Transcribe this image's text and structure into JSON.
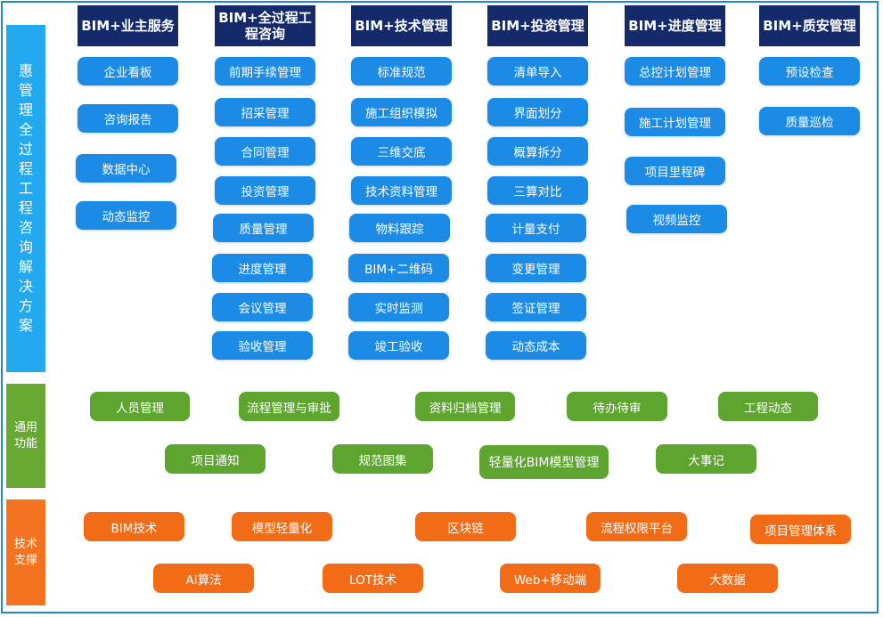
{
  "side_labels": {
    "main": "惠管理全过程工程咨询解决方案",
    "general": "通用功能",
    "tech": "技术支撑"
  },
  "columns": [
    {
      "title": "BIM+业主服务",
      "items": [
        "企业看板",
        "咨询报告",
        "数据中心",
        "动态监控"
      ]
    },
    {
      "title": "BIM+全过程工程咨询",
      "items": [
        "前期手续管理",
        "招采管理",
        "合同管理",
        "投资管理",
        "质量管理",
        "进度管理",
        "会议管理",
        "验收管理"
      ]
    },
    {
      "title": "BIM+技术管理",
      "items": [
        "标准规范",
        "施工组织模拟",
        "三维交底",
        "技术资料管理",
        "物料跟踪",
        "BIM+二维码",
        "实时监测",
        "竣工验收"
      ]
    },
    {
      "title": "BIM+投资管理",
      "items": [
        "清单导入",
        "界面划分",
        "概算拆分",
        "三算对比",
        "计量支付",
        "变更管理",
        "签证管理",
        "动态成本"
      ]
    },
    {
      "title": "BIM+进度管理",
      "items": [
        "总控计划管理",
        "施工计划管理",
        "项目里程碑",
        "视频监控"
      ]
    },
    {
      "title": "BIM+质安管理",
      "items": [
        "预设检查",
        "质量巡检"
      ]
    }
  ],
  "general_features": [
    "人员管理",
    "流程管理与审批",
    "资料归档管理",
    "待办待审",
    "工程动态",
    "项目通知",
    "规范图集",
    "轻量化BIM模型管理",
    "大事记"
  ],
  "tech_support": [
    "BIM技术",
    "模型轻量化",
    "区块链",
    "流程权限平台",
    "项目管理体系",
    "AI算法",
    "LOT技术",
    "Web+移动端",
    "大数据"
  ],
  "colors": {
    "frame": "#1e88d6",
    "main_side": "#23a9f0",
    "header": "#142a6b",
    "blue_item": "#1c8be6",
    "general": "#5ea530",
    "tech": "#f26c17"
  }
}
